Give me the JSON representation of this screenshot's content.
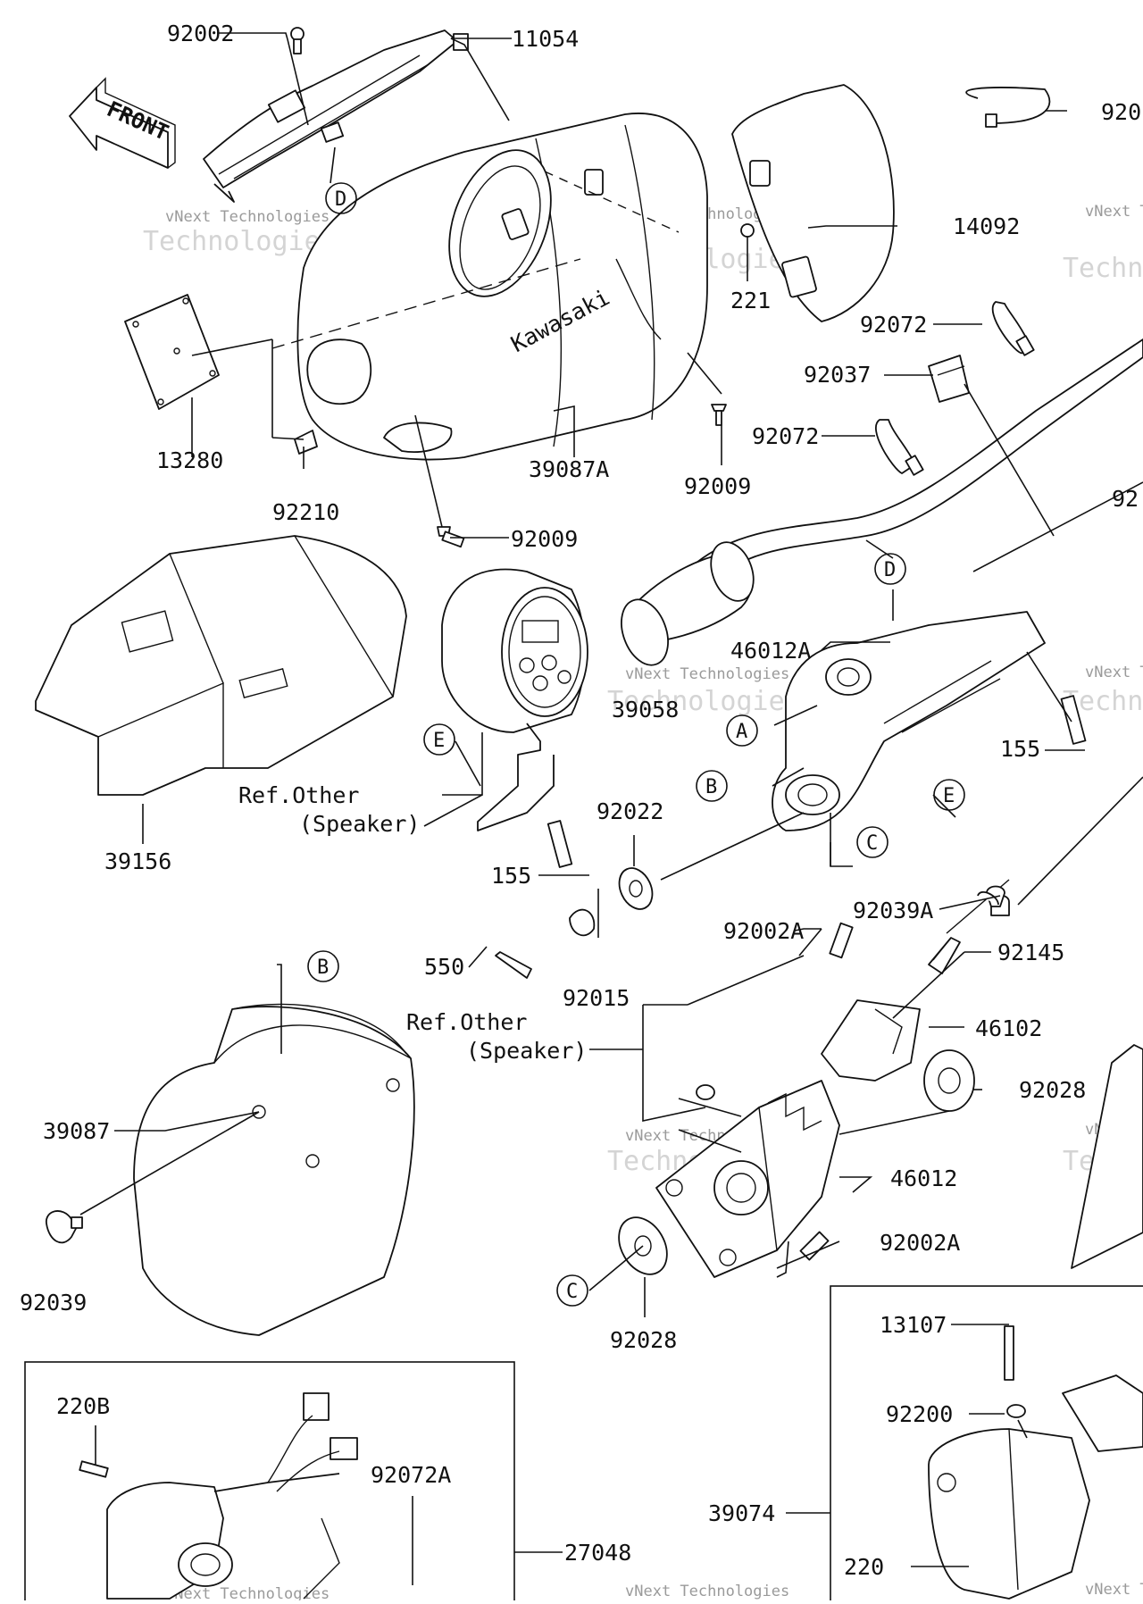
{
  "diagram": {
    "front_label": "FRONT",
    "watermark_line1": "vNext Technologies",
    "watermark_line2": "Technologies",
    "logo_text": "Kawasaki",
    "part_labels": {
      "p92002": "92002",
      "p11054": "11054",
      "p920_top": "920",
      "p14092": "14092",
      "p221": "221",
      "p92072_a": "92072",
      "p92037": "92037",
      "p92072_b": "92072",
      "p92_right": "92",
      "p13280": "13280",
      "p39087A": "39087A",
      "p92009_a": "92009",
      "p92210": "92210",
      "p92009_b": "92009",
      "p46012A": "46012A",
      "p39058": "39058",
      "p155_a": "155",
      "p39156": "39156",
      "p92022": "92022",
      "p155_b": "155",
      "p92039A": "92039A",
      "p92002A_a": "92002A",
      "p92145": "92145",
      "p550": "550",
      "p92015": "92015",
      "p46102": "46102",
      "p92028_a": "92028",
      "p39087": "39087",
      "p46012": "46012",
      "p92002A_b": "92002A",
      "p92039": "92039",
      "p92028_b": "92028",
      "p13107": "13107",
      "p92200": "92200",
      "p220B": "220B",
      "p92072A": "92072A",
      "p27048": "27048",
      "p39074": "39074",
      "p220": "220"
    },
    "ref_labels": {
      "ref1_line1": "Ref.Other",
      "ref1_line2": "(Speaker)",
      "ref2_line1": "Ref.Other",
      "ref2_line2": "(Speaker)"
    },
    "callouts": {
      "d_top": "D",
      "d_right": "D",
      "a": "A",
      "b_mid": "B",
      "c_mid": "C",
      "e_left": "E",
      "e_right": "E",
      "b_low": "B",
      "c_low": "C"
    }
  }
}
